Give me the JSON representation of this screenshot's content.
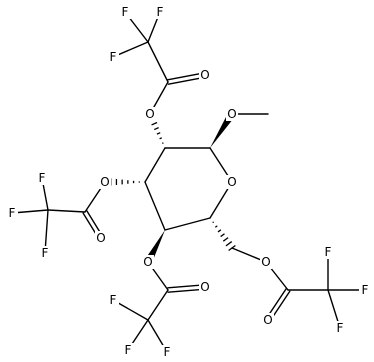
{
  "molecule": {
    "atoms": {
      "O_ring": "O",
      "O_methoxy": "O",
      "O2": "O",
      "O3": "O",
      "O4": "O",
      "O6": "O",
      "Oc2": "O",
      "Oc3": "O",
      "Oc4": "O",
      "Oc6": "O",
      "F2a": "F",
      "F2b": "F",
      "F2c": "F",
      "F3a": "F",
      "F3b": "F",
      "F3c": "F",
      "F4a": "F",
      "F4b": "F",
      "F4c": "F",
      "F6a": "F",
      "F6b": "F",
      "F6c": "F"
    }
  }
}
